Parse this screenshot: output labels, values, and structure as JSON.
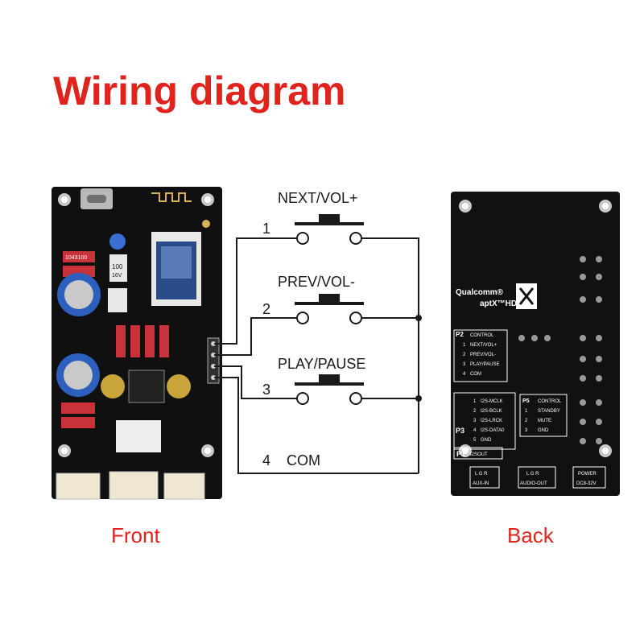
{
  "title": "Wiring diagram",
  "captions": {
    "front": "Front",
    "back": "Back"
  },
  "colors": {
    "title_red": "#e0241d",
    "pcb_black": "#111111",
    "wire": "#1a1a1a"
  },
  "switches": [
    {
      "number": "1",
      "label": "NEXT/VOL+"
    },
    {
      "number": "2",
      "label": "PREV/VOL-"
    },
    {
      "number": "3",
      "label": "PLAY/PAUSE"
    }
  ],
  "common": {
    "number": "4",
    "label": "COM"
  },
  "back_board": {
    "brand": "Qualcomm®",
    "codec": "aptX™HD",
    "p2": {
      "header": "P2",
      "title": "CONTROL",
      "rows": [
        "NEXT/VOL+",
        "PREV/VOL-",
        "PLAY/PAUSE",
        "COM"
      ],
      "nums": [
        "1",
        "2",
        "3",
        "4"
      ]
    },
    "p3": {
      "header": "P3",
      "rows": [
        "I2S-MCLK",
        "I2S-BCLK",
        "I2S-LRCK",
        "I2S-DATA0",
        "GND"
      ],
      "nums": [
        "1",
        "2",
        "3",
        "4",
        "5"
      ]
    },
    "p1": {
      "header": "P1",
      "label": "I2SOUT"
    },
    "p5": {
      "header": "P5",
      "title": "CONTROL",
      "rows": [
        "STANDBY",
        "MUTE",
        "GND"
      ],
      "nums": [
        "1",
        "2",
        "3"
      ]
    },
    "connectors": [
      {
        "pins": "L G R",
        "label": "AUX-IN"
      },
      {
        "pins": "L G R",
        "label": "AUDIO-OUT"
      },
      {
        "pins": "POWER",
        "label": "DC8-32V"
      }
    ]
  },
  "front_board": {
    "resistor_code": "1043100",
    "cap_text": [
      "100",
      "16V"
    ]
  }
}
